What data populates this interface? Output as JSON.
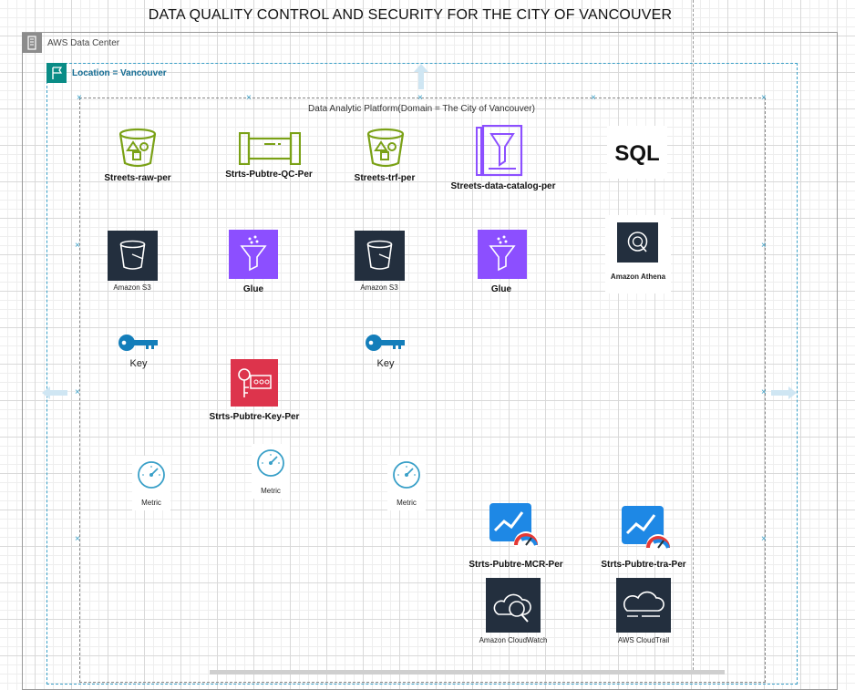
{
  "title": "DATA QUALITY CONTROL AND SECURITY FOR THE CITY OF VANCOUVER",
  "data_center": {
    "label": "AWS Data Center"
  },
  "location": {
    "label": "Location = Vancouver"
  },
  "platform": {
    "label": "Data Analytic Platform(Domain = The City of Vancouver)"
  },
  "nodes": {
    "streets_raw": "Streets-raw-per",
    "qc_pipe": "Strts-Pubtre-QC-Per",
    "streets_trf": "Streets-trf-per",
    "data_catalog": "Streets-data-catalog-per",
    "s3_1": "Amazon S3",
    "glue_1": "Glue",
    "s3_2": "Amazon S3",
    "glue_2": "Glue",
    "athena": "Amazon Athena",
    "key_1": "Key",
    "key_2": "Key",
    "kms_key": "Strts-Pubtre-Key-Per",
    "metric_1": "Metric",
    "metric_2": "Metric",
    "metric_3": "Metric",
    "mcr_dash": "Strts-Pubtre-MCR-Per",
    "tra_dash": "Strts-Pubtre-tra-Per",
    "cloudwatch": "Amazon CloudWatch",
    "cloudtrail": "AWS CloudTrail",
    "sql": "SQL"
  },
  "colors": {
    "s3_green": "#7aa116",
    "glue_purple": "#8c4fff",
    "kms_red": "#dd344c",
    "tile_dark": "#232f3e",
    "key_blue": "#147eba",
    "accent_teal": "#0a8c86"
  }
}
